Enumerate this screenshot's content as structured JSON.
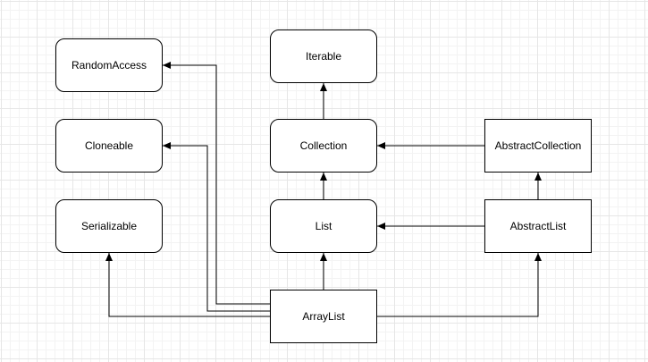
{
  "diagram": {
    "type": "class-hierarchy",
    "nodes": {
      "random_access": "RandomAccess",
      "cloneable": "Cloneable",
      "serializable": "Serializable",
      "iterable": "Iterable",
      "collection": "Collection",
      "list": "List",
      "array_list": "ArrayList",
      "abstract_collection": "AbstractCollection",
      "abstract_list": "AbstractList"
    },
    "edges": [
      {
        "from": "array_list",
        "to": "random_access"
      },
      {
        "from": "array_list",
        "to": "cloneable"
      },
      {
        "from": "array_list",
        "to": "serializable"
      },
      {
        "from": "array_list",
        "to": "list"
      },
      {
        "from": "array_list",
        "to": "abstract_list"
      },
      {
        "from": "collection",
        "to": "iterable"
      },
      {
        "from": "list",
        "to": "collection"
      },
      {
        "from": "abstract_collection",
        "to": "collection"
      },
      {
        "from": "abstract_list",
        "to": "list"
      },
      {
        "from": "abstract_list",
        "to": "abstract_collection"
      }
    ],
    "colors": {
      "stroke": "#000000",
      "fill": "#ffffff",
      "grid": "#e6e6e6"
    }
  }
}
